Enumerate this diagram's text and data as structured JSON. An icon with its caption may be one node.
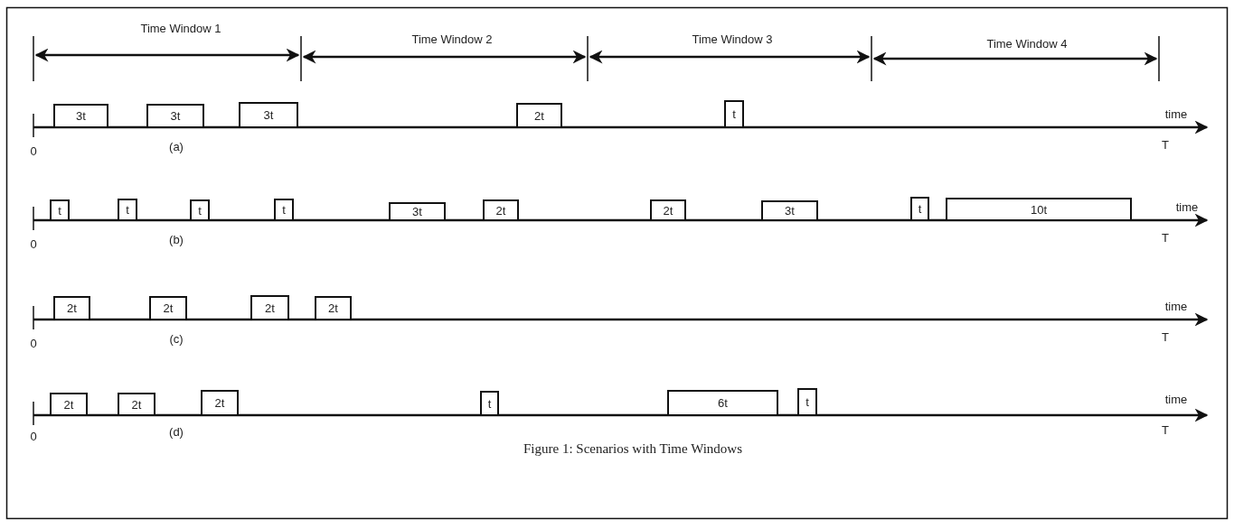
{
  "diagram": {
    "caption": "Figure 1: Scenarios with Time Windows",
    "nodes": [
      {
        "text": [
          "3t"
        ]
      },
      {
        "text": [
          "3t"
        ]
      },
      {
        "text": [
          "3t"
        ]
      },
      {
        "text": [
          "2t"
        ]
      },
      {
        "text": [
          "t"
        ]
      },
      {
        "text": [
          "t"
        ]
      },
      {
        "text": [
          "t"
        ]
      },
      {
        "text": [
          "t"
        ]
      },
      {
        "text": [
          "t"
        ]
      },
      {
        "text": [
          "3t"
        ]
      },
      {
        "text": [
          "2t"
        ]
      },
      {
        "text": [
          "2t"
        ]
      },
      {
        "text": [
          "3t"
        ]
      },
      {
        "text": [
          "t"
        ]
      },
      {
        "text": [
          "10t"
        ]
      },
      {
        "text": [
          "2t"
        ]
      },
      {
        "text": [
          "2t"
        ]
      },
      {
        "text": [
          "2t"
        ]
      },
      {
        "text": [
          "2t"
        ]
      },
      {
        "text": [
          "2t"
        ]
      },
      {
        "text": [
          "2t"
        ]
      },
      {
        "text": [
          "2t"
        ]
      },
      {
        "text": [
          "t"
        ]
      },
      {
        "text": [
          "6t"
        ]
      },
      {
        "text": [
          "t"
        ]
      }
    ],
    "labels": [
      "Time Window 1",
      "Time Window 2",
      "Time Window 3",
      "Time Window 4",
      "time",
      "0",
      "(a)",
      "T",
      "time",
      "0",
      "(b)",
      "T",
      "time",
      "0",
      "(c)",
      "T",
      "time",
      "0",
      "(d)",
      "T"
    ]
  }
}
